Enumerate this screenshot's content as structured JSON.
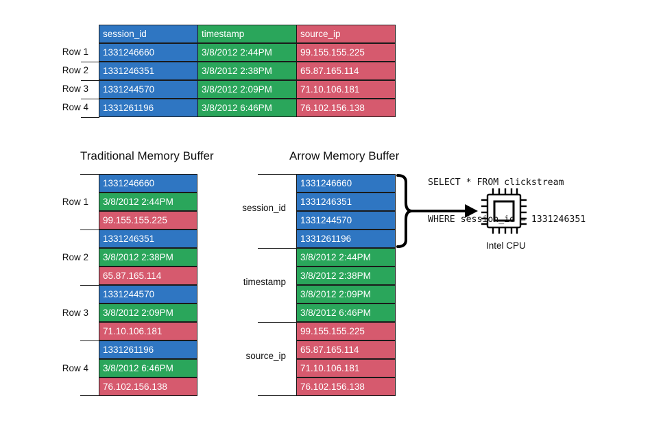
{
  "table": {
    "headers": [
      "session_id",
      "timestamp",
      "source_ip"
    ],
    "rows": [
      {
        "label": "Row 1",
        "cells": [
          "1331246660",
          "3/8/2012  2:44PM",
          "99.155.155.225"
        ]
      },
      {
        "label": "Row 2",
        "cells": [
          "1331246351",
          "3/8/2012  2:38PM",
          "65.87.165.114"
        ]
      },
      {
        "label": "Row 3",
        "cells": [
          "1331244570",
          "3/8/2012  2:09PM",
          "71.10.106.181"
        ]
      },
      {
        "label": "Row 4",
        "cells": [
          "1331261196",
          "3/8/2012  6:46PM",
          "76.102.156.138"
        ]
      }
    ]
  },
  "traditional": {
    "title": "Traditional Memory Buffer",
    "groups": [
      {
        "label": "Row 1",
        "cells": [
          "1331246660",
          "3/8/2012  2:44PM",
          "99.155.155.225"
        ]
      },
      {
        "label": "Row 2",
        "cells": [
          "1331246351",
          "3/8/2012  2:38PM",
          "65.87.165.114"
        ]
      },
      {
        "label": "Row 3",
        "cells": [
          "1331244570",
          "3/8/2012  2:09PM",
          "71.10.106.181"
        ]
      },
      {
        "label": "Row 4",
        "cells": [
          "1331261196",
          "3/8/2012  6:46PM",
          "76.102.156.138"
        ]
      }
    ]
  },
  "arrow": {
    "title": "Arrow Memory Buffer",
    "groups": [
      {
        "label": "session_id",
        "cells": [
          "1331246660",
          "1331246351",
          "1331244570",
          "1331261196"
        ]
      },
      {
        "label": "timestamp",
        "cells": [
          "3/8/2012  2:44PM",
          "3/8/2012  2:38PM",
          "3/8/2012  2:09PM",
          "3/8/2012  6:46PM"
        ]
      },
      {
        "label": "source_ip",
        "cells": [
          "99.155.155.225",
          "65.87.165.114",
          "71.10.106.181",
          "76.102.156.138"
        ]
      }
    ]
  },
  "query": {
    "line1": "SELECT * FROM clickstream",
    "line2": "WHERE session_id = 1331246351"
  },
  "cpu": {
    "label": "Intel CPU",
    "icon": "cpu-chip-icon"
  },
  "colors": {
    "session_id": "#2f76c2",
    "timestamp": "#2aa65b",
    "source_ip": "#d65a6e"
  }
}
